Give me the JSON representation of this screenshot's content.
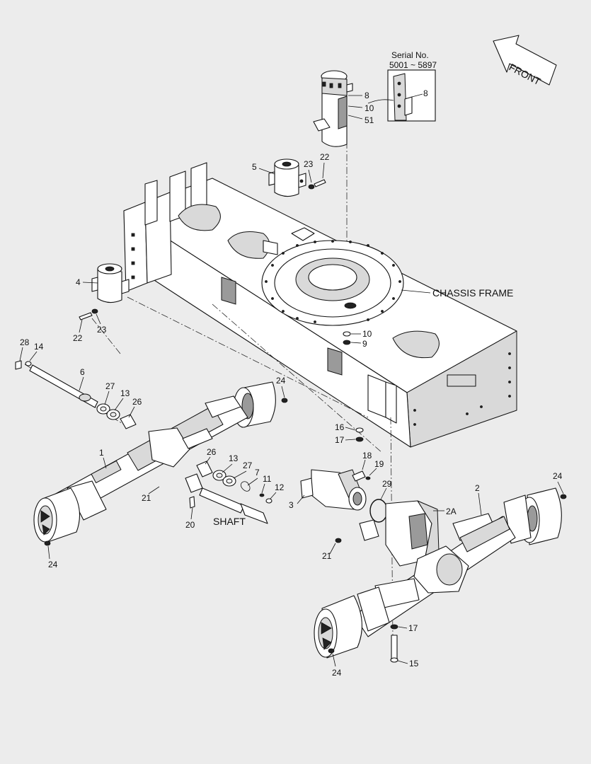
{
  "serial": {
    "title": "Serial No.",
    "range": "5001 ~ 5897"
  },
  "front_label": "FRONT",
  "chassis_label": "CHASSIS FRAME",
  "shaft_label": "SHAFT",
  "callouts": {
    "c8a": "8",
    "c10a": "10",
    "c51": "51",
    "c8b": "8",
    "c5": "5",
    "c23a": "23",
    "c22a": "22",
    "c4": "4",
    "c22b": "22",
    "c23b": "23",
    "c10b": "10",
    "c9": "9",
    "c28": "28",
    "c14": "14",
    "c6": "6",
    "c27a": "27",
    "c13a": "13",
    "c26a": "26",
    "c24a": "24",
    "c1": "1",
    "c21a": "21",
    "c24b": "24",
    "c26b": "26",
    "c13b": "13",
    "c27b": "27",
    "c7": "7",
    "c11": "11",
    "c12": "12",
    "c20": "20",
    "c16": "16",
    "c17a": "17",
    "c18": "18",
    "c19": "19",
    "c3": "3",
    "c29": "29",
    "c2A": "2A",
    "c2": "2",
    "c24c": "24",
    "c21b": "21",
    "c17b": "17",
    "c15": "15",
    "c24d": "24"
  }
}
